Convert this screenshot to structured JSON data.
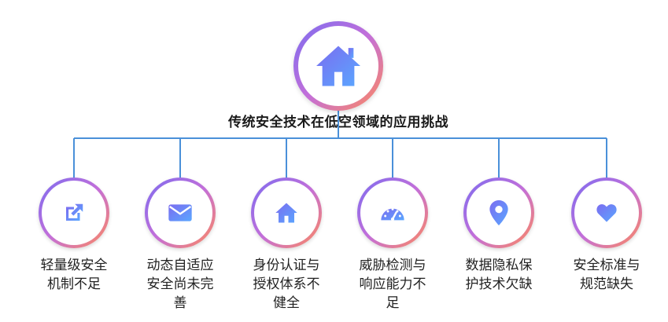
{
  "root": {
    "title": "传统安全技术在低空领域的应用挑战",
    "icon": "home-icon"
  },
  "items": [
    {
      "label": "轻量级安全机制不足",
      "icon": "external-link-icon"
    },
    {
      "label": "动态自适应安全尚未完善",
      "icon": "envelope-icon"
    },
    {
      "label": "身份认证与授权体系不健全",
      "icon": "home-icon"
    },
    {
      "label": "威胁检测与响应能力不足",
      "icon": "speedometer-icon"
    },
    {
      "label": "数据隐私保护技术欠缺",
      "icon": "map-pin-icon"
    },
    {
      "label": "安全标准与规范缺失",
      "icon": "heart-icon"
    }
  ],
  "colors": {
    "connector": "#4a90d9",
    "icon_start": "#7b6cf0",
    "icon_end": "#5aa7ff",
    "ring_start": "#7b6cf0",
    "ring_end": "#ff8a5b"
  }
}
